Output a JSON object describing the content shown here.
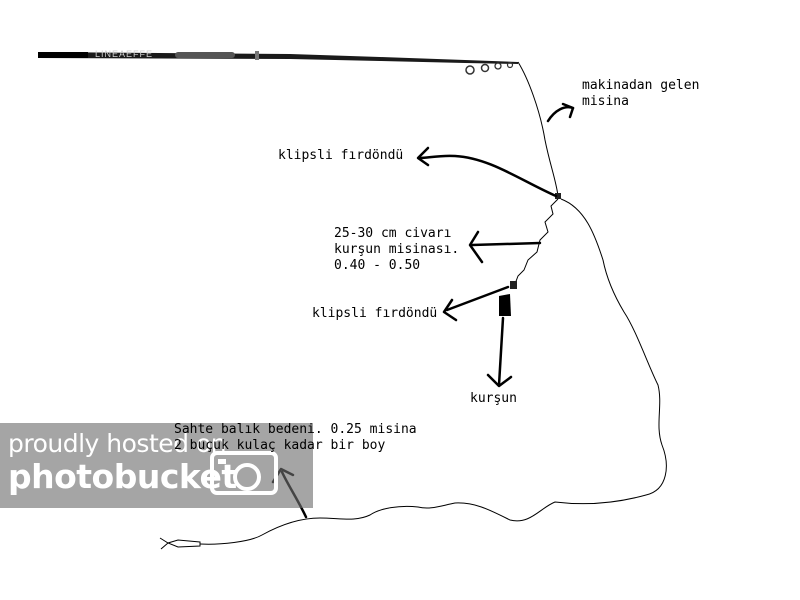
{
  "labels": {
    "line_from_reel": [
      "makinadan gelen",
      "misina"
    ],
    "swivel_top": "klipsli fırdöndü",
    "lead_line": [
      "25-30 cm civarı",
      "kurşun misinası.",
      "0.40 - 0.50"
    ],
    "swivel_bottom": "klipsli fırdöndü",
    "sinker": "kurşun",
    "leader": [
      "Sahte balık bedeni. 0.25 misina",
      "2 buçuk kulaç kadar bir boy"
    ]
  },
  "rod": {
    "brand_text": "LINEAEFFE"
  },
  "watermark": {
    "line1": "proudly hosted on",
    "line2": "photobucket"
  }
}
